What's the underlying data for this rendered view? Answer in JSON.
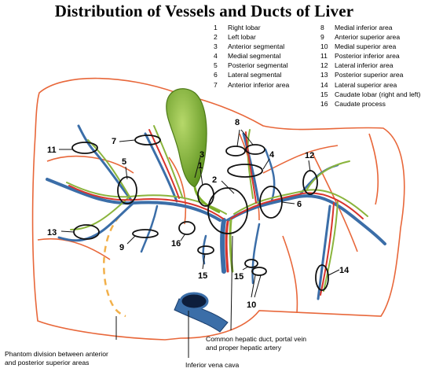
{
  "title": "Distribution of Vessels and Ducts of Liver",
  "legend_left": [
    {
      "num": "1",
      "label": "Right lobar"
    },
    {
      "num": "2",
      "label": "Left lobar"
    },
    {
      "num": "3",
      "label": "Anterior segmental"
    },
    {
      "num": "4",
      "label": "Medial segmental"
    },
    {
      "num": "5",
      "label": "Posterior segmental"
    },
    {
      "num": "6",
      "label": "Lateral segmental"
    },
    {
      "num": "7",
      "label": "Anterior  inferior area"
    }
  ],
  "legend_right": [
    {
      "num": "8",
      "label": "Medial inferior area"
    },
    {
      "num": "9",
      "label": "Anterior superior area"
    },
    {
      "num": "10",
      "label": "Medial superior area"
    },
    {
      "num": "11",
      "label": "Posterior inferior area"
    },
    {
      "num": "12",
      "label": "Lateral inferior area"
    },
    {
      "num": "13",
      "label": "Posterior superior area"
    },
    {
      "num": "14",
      "label": "Lateral superior area"
    },
    {
      "num": "15",
      "label": "Caudate lobar (right and left)"
    },
    {
      "num": "16",
      "label": "Caudate process"
    }
  ],
  "callouts": {
    "c1": "1",
    "c2": "2",
    "c3": "3",
    "c4": "4",
    "c5": "5",
    "c6": "6",
    "c7": "7",
    "c8": "8",
    "c9": "9",
    "c10": "10",
    "c11": "11",
    "c12": "12",
    "c13": "13",
    "c14": "14",
    "c15a": "15",
    "c15b": "15",
    "c16": "16"
  },
  "notes": {
    "phantom_1": "Phantom division between anterior",
    "phantom_2": "and posterior superior areas",
    "duct_1": "Common hepatic duct, portal vein",
    "duct_2": "and proper hepatic artery",
    "ivc": "Inferior vena cava"
  },
  "colors": {
    "liver_outline": "#e8673a",
    "portal_vein": "#3b6ea8",
    "hepatic_artery": "#d8342c",
    "bile_duct": "#8ab43c",
    "gallbladder": "#7cae28"
  }
}
